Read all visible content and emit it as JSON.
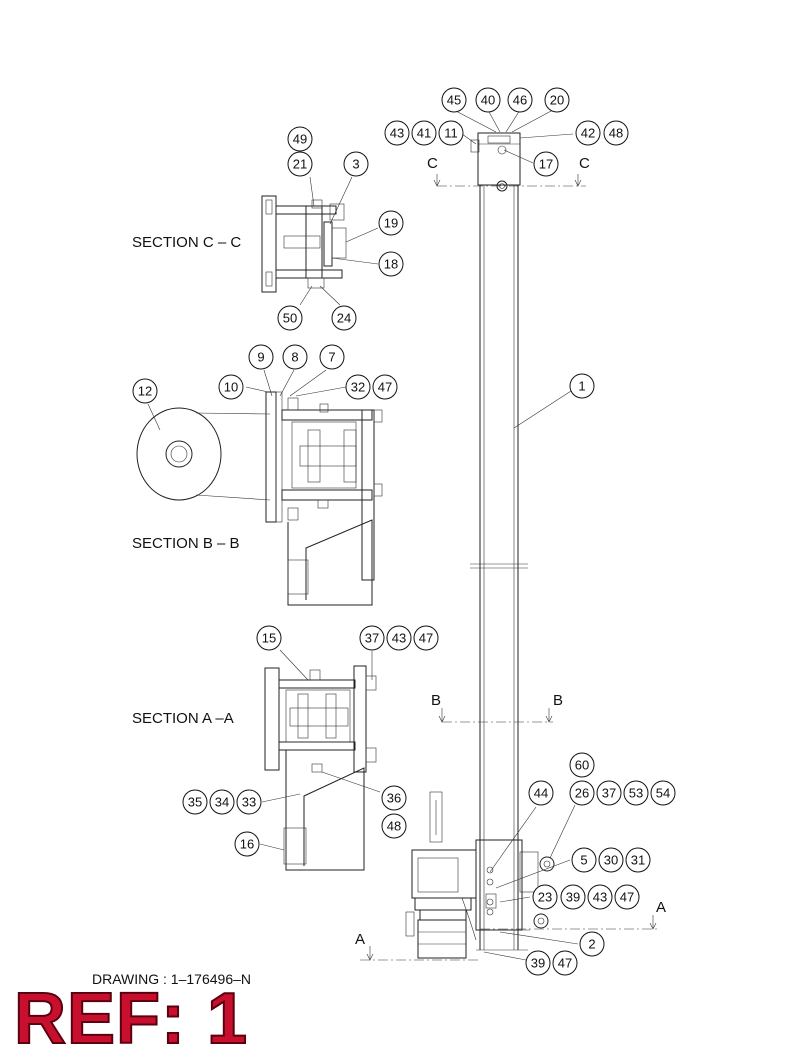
{
  "section_labels": {
    "cc": "SECTION  C – C",
    "bb": "SECTION  B – B",
    "aa": "SECTION  A –A"
  },
  "cut_markers": {
    "c": "C",
    "b": "B",
    "a": "A"
  },
  "drawing_number": "DRAWING : 1–176496–N",
  "ref_label": "REF: 1",
  "balloons": [
    "45",
    "40",
    "46",
    "20",
    "43",
    "41",
    "11",
    "42",
    "48",
    "17",
    "49",
    "21",
    "3",
    "19",
    "18",
    "50",
    "24",
    "9",
    "8",
    "7",
    "10",
    "32",
    "47",
    "12",
    "1",
    "15",
    "37",
    "43",
    "47",
    "35",
    "34",
    "33",
    "36",
    "48",
    "16",
    "44",
    "60",
    "26",
    "37",
    "53",
    "54",
    "5",
    "30",
    "31",
    "23",
    "39",
    "43",
    "47",
    "2",
    "39",
    "47"
  ],
  "colors": {
    "ref": "#c8102e",
    "line": "#222222"
  }
}
